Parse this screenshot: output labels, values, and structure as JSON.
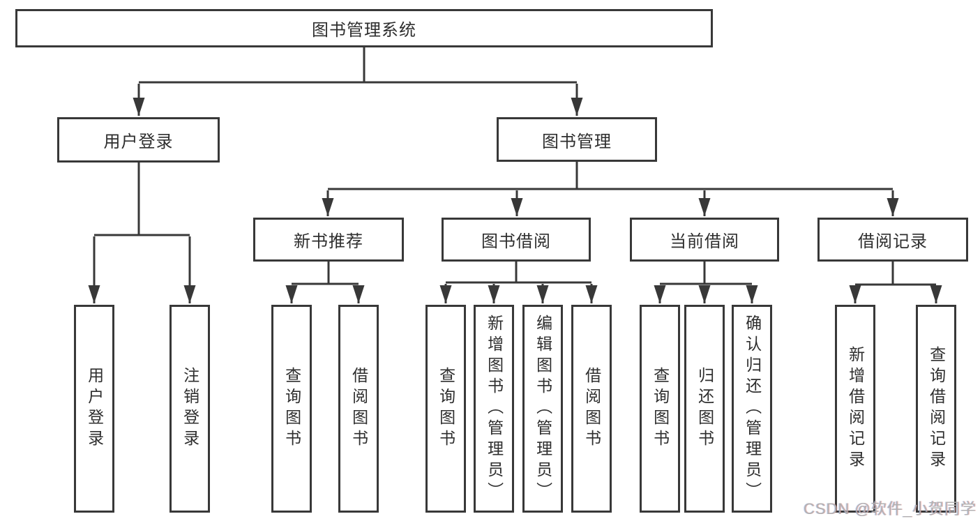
{
  "colors": {
    "line": "#383838",
    "box_border": "#383838",
    "text": "#2e2e2e",
    "background": "#ffffff",
    "watermark": "#b0b0b0"
  },
  "nodes": {
    "root": "图书管理系统",
    "user_login": "用户登录",
    "book_management": "图书管理",
    "new_book_recommend": "新书推荐",
    "book_borrow": "图书借阅",
    "current_borrow": "当前借阅",
    "borrow_record": "借阅记录",
    "leaf_user_login": "用户登录",
    "leaf_logout": "注销登录",
    "leaf_rec_query_book": "查询图书",
    "leaf_rec_borrow_book": "借阅图书",
    "leaf_bor_query_book": "查询图书",
    "leaf_bor_add_book": "新增图书（管理员）",
    "leaf_bor_edit_book": "编辑图书（管理员）",
    "leaf_bor_borrow_book": "借阅图书",
    "leaf_cur_query_book": "查询图书",
    "leaf_cur_return_book": "归还图书",
    "leaf_cur_confirm_return": "确认归还（管理员）",
    "leaf_log_add_record": "新增借阅记录",
    "leaf_log_query_record": "查询借阅记录"
  },
  "watermark": "CSDN @软件_小贺同学"
}
